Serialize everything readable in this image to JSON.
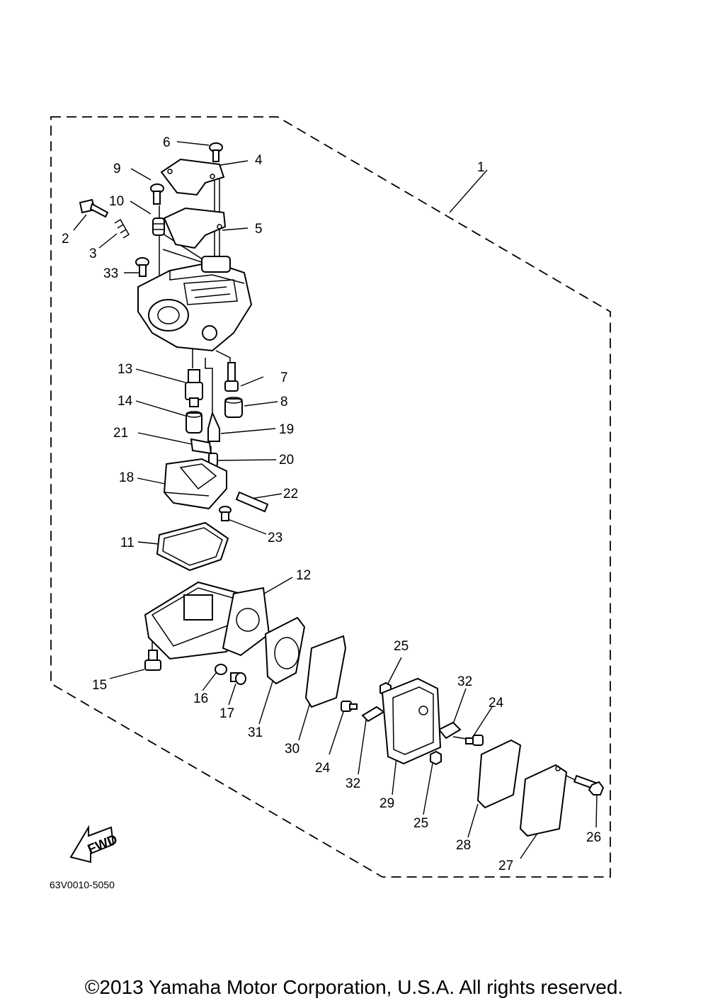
{
  "diagram": {
    "callouts": [
      {
        "id": "c1",
        "text": "1"
      },
      {
        "id": "c2",
        "text": "2"
      },
      {
        "id": "c3",
        "text": "3"
      },
      {
        "id": "c4",
        "text": "4"
      },
      {
        "id": "c5",
        "text": "5"
      },
      {
        "id": "c6",
        "text": "6"
      },
      {
        "id": "c7",
        "text": "7"
      },
      {
        "id": "c8",
        "text": "8"
      },
      {
        "id": "c9",
        "text": "9"
      },
      {
        "id": "c10",
        "text": "10"
      },
      {
        "id": "c11",
        "text": "11"
      },
      {
        "id": "c12",
        "text": "12"
      },
      {
        "id": "c13",
        "text": "13"
      },
      {
        "id": "c14",
        "text": "14"
      },
      {
        "id": "c15",
        "text": "15"
      },
      {
        "id": "c16",
        "text": "16"
      },
      {
        "id": "c17",
        "text": "17"
      },
      {
        "id": "c18",
        "text": "18"
      },
      {
        "id": "c19",
        "text": "19"
      },
      {
        "id": "c20",
        "text": "20"
      },
      {
        "id": "c21",
        "text": "21"
      },
      {
        "id": "c22",
        "text": "22"
      },
      {
        "id": "c23",
        "text": "23"
      },
      {
        "id": "c24a",
        "text": "24"
      },
      {
        "id": "c24b",
        "text": "24"
      },
      {
        "id": "c25a",
        "text": "25"
      },
      {
        "id": "c25b",
        "text": "25"
      },
      {
        "id": "c26",
        "text": "26"
      },
      {
        "id": "c27",
        "text": "27"
      },
      {
        "id": "c28",
        "text": "28"
      },
      {
        "id": "c29",
        "text": "29"
      },
      {
        "id": "c30",
        "text": "30"
      },
      {
        "id": "c31",
        "text": "31"
      },
      {
        "id": "c32a",
        "text": "32"
      },
      {
        "id": "c32b",
        "text": "32"
      },
      {
        "id": "c33",
        "text": "33"
      }
    ],
    "fwd_label": "FWD",
    "drawing_code": "63V0010-5050"
  },
  "footer": {
    "copyright": "©2013 Yamaha Motor Corporation, U.S.A. All rights reserved."
  }
}
